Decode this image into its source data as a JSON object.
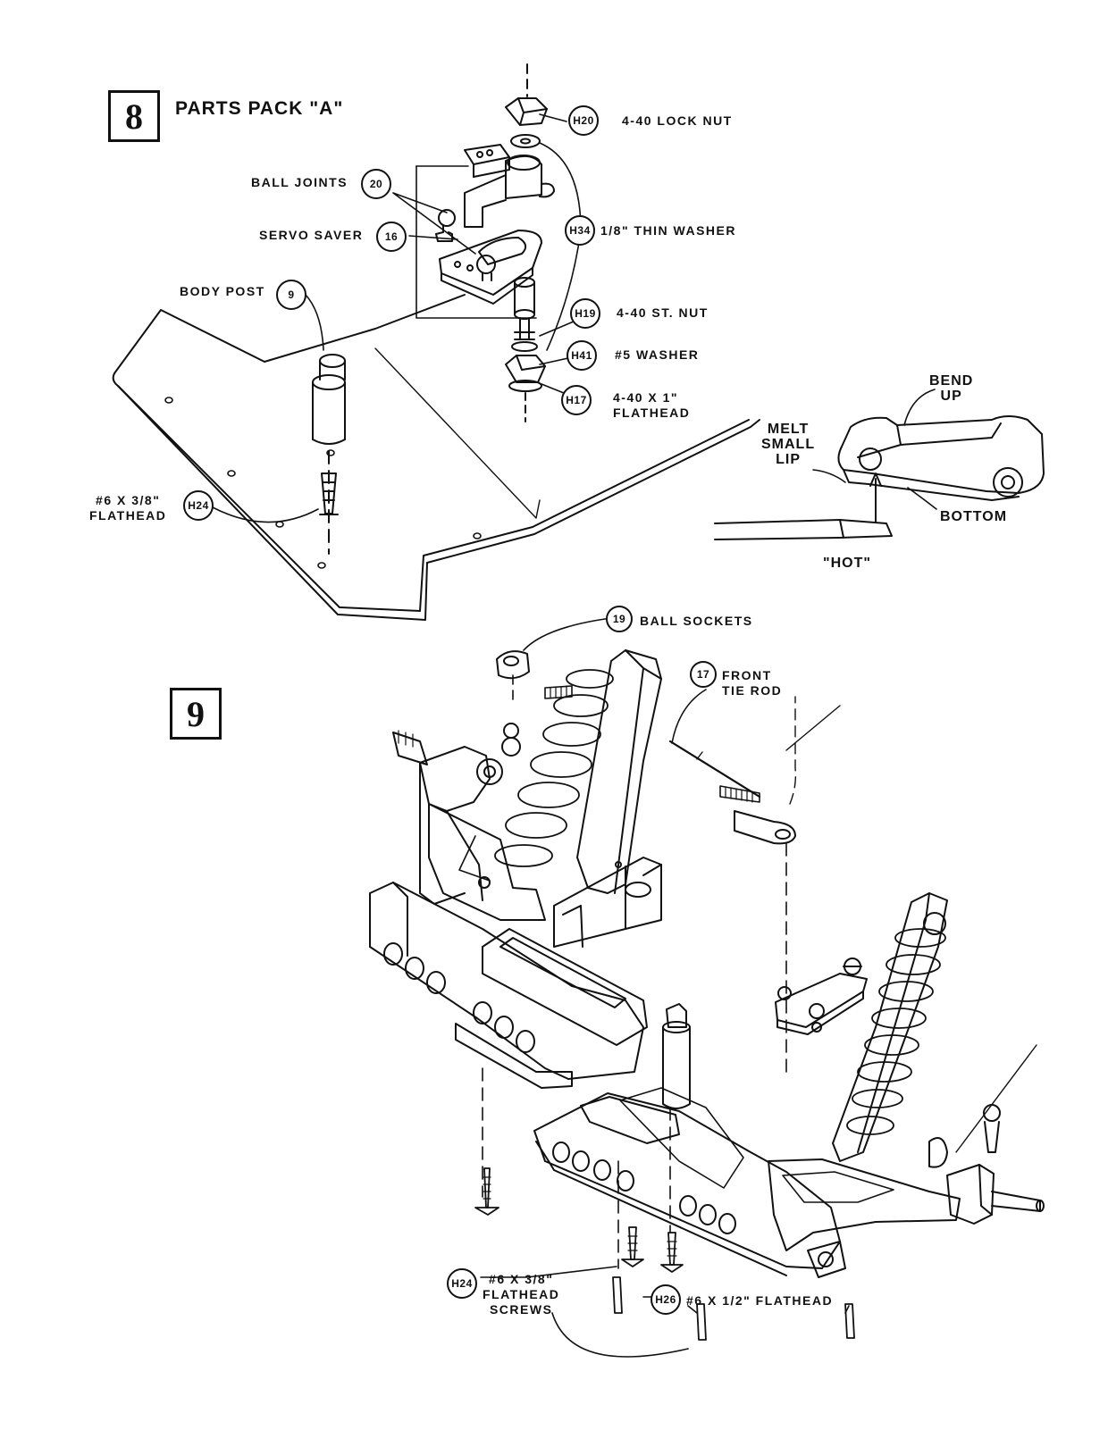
{
  "step8": {
    "number": "8",
    "title": "PARTS PACK \"A\"",
    "callouts": [
      {
        "code": "H20",
        "text": "4-40 LOCK NUT"
      },
      {
        "code": "20",
        "text": "BALL JOINTS"
      },
      {
        "code": "H34",
        "text": "1/8\" THIN WASHER"
      },
      {
        "code": "16",
        "text": "SERVO SAVER"
      },
      {
        "code": "9",
        "text": "BODY POST"
      },
      {
        "code": "H19",
        "text": "4-40 ST. NUT"
      },
      {
        "code": "H41",
        "text": "#5 WASHER"
      },
      {
        "code": "H17",
        "text": "4-40 X 1\"\nFLATHEAD"
      },
      {
        "code": "H24",
        "text": "#6 X 3/8\"\nFLATHEAD"
      }
    ],
    "inset_labels": {
      "bend_up": "BEND\nUP",
      "melt_lip": "MELT\nSMALL\nLIP",
      "bottom": "BOTTOM",
      "hot": "\"HOT\""
    }
  },
  "step9": {
    "number": "9",
    "callouts": [
      {
        "code": "19",
        "text": "BALL SOCKETS"
      },
      {
        "code": "17",
        "text": "FRONT\nTIE ROD"
      },
      {
        "code": "H24",
        "text": "#6 X 3/8\"\nFLATHEAD\nSCREWS"
      },
      {
        "code": "H26",
        "text": "#6 X 1/2\" FLATHEAD"
      }
    ]
  }
}
